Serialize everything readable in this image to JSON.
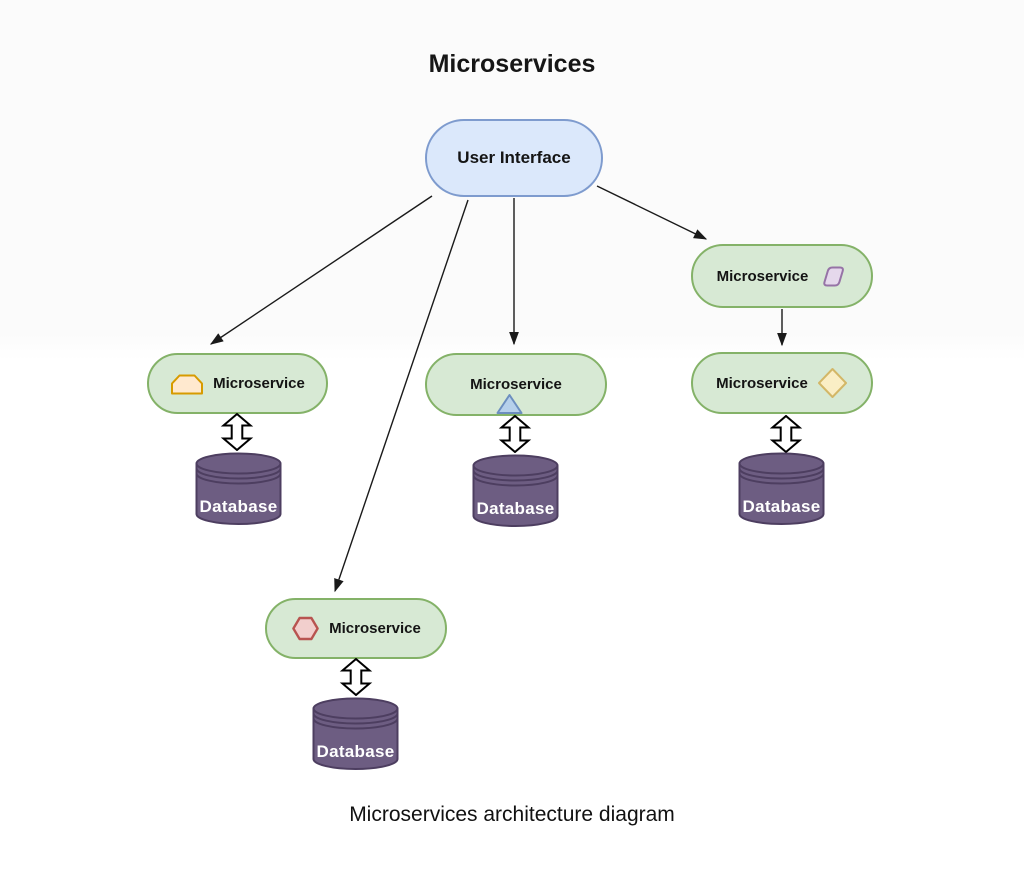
{
  "title": "Microservices",
  "caption": "Microservices architecture diagram",
  "ui_node": {
    "label": "User Interface"
  },
  "services": [
    {
      "id": "left",
      "label": "Microservice",
      "icon": "card-icon"
    },
    {
      "id": "center",
      "label": "Microservice",
      "icon": "triangle-icon"
    },
    {
      "id": "right-top",
      "label": "Microservice",
      "icon": "parallelogram-icon"
    },
    {
      "id": "right-bottom",
      "label": "Microservice",
      "icon": "diamond-icon"
    },
    {
      "id": "bottom",
      "label": "Microservice",
      "icon": "hexagon-icon"
    }
  ],
  "databases": [
    {
      "label": "Database"
    },
    {
      "label": "Database"
    },
    {
      "label": "Database"
    },
    {
      "label": "Database"
    }
  ],
  "colors": {
    "ui_fill": "#dbe8fb",
    "ui_stroke": "#7e9bce",
    "service_fill": "#d7e9d4",
    "service_stroke": "#84b268",
    "database_fill": "#6d5d82",
    "database_stroke": "#4d3e60",
    "card_fill": "#ffe9cf",
    "card_stroke": "#d79b00",
    "triangle_fill": "#b6d0eb",
    "triangle_stroke": "#6c8ebf",
    "parallelogram_fill": "#e5d8ec",
    "parallelogram_stroke": "#9673a6",
    "diamond_fill": "#faeec5",
    "diamond_stroke": "#d3b767",
    "hexagon_fill": "#f2cfcd",
    "hexagon_stroke": "#b85450",
    "arrow": "#1a1a1a"
  }
}
